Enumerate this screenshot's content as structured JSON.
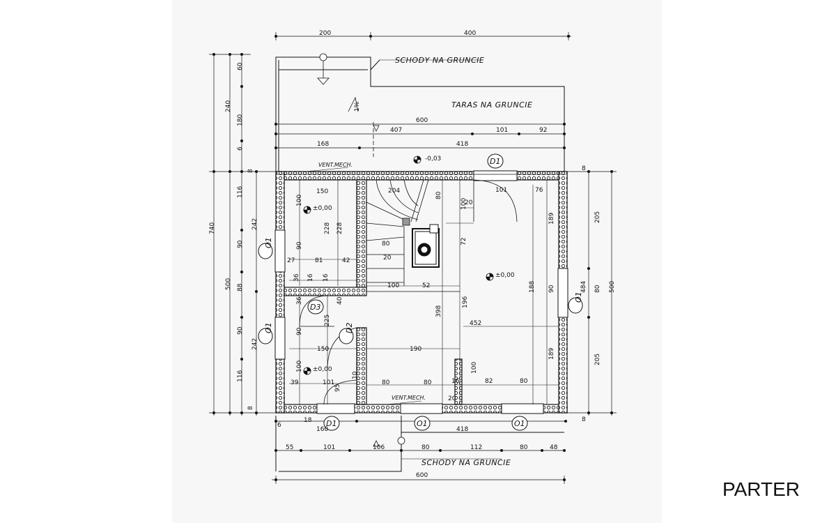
{
  "page_label": "PARTER",
  "labels": {
    "stairs_top": "SCHODY NA GRUNCIE",
    "stairs_bottom": "SCHODY NA GRUNCIE",
    "terrace": "TARAS NA GRUNCIE",
    "vent_top": "VENT.MECH.",
    "vent_bottom": "VENT.MECH.",
    "slope": "1%"
  },
  "levels": {
    "entrance": "-0,03",
    "room_left_top": "±0,00",
    "main_room": "±0,00",
    "room_left_bottom": "±0,00"
  },
  "tags": {
    "d1_top": "D1",
    "d1_bottom": "D1",
    "o1_left_top": "O1",
    "o1_left_bottom": "O1",
    "o1_right": "O1",
    "o1_bottom_1": "O1",
    "o1_bottom_2": "O1",
    "d3": "D3",
    "d2": "D2"
  },
  "dimensions": {
    "top_200": "200",
    "top_400": "400",
    "d600a": "600",
    "d407": "407",
    "d101a": "101",
    "d92": "92",
    "d168": "168",
    "d418a": "418",
    "left_740": "740",
    "left_240": "240",
    "left_500": "500",
    "left_60": "60",
    "left_180": "180",
    "left_6a": "6",
    "left_8a": "8",
    "left_116a": "116",
    "left_242a": "242",
    "left_90a": "90",
    "left_88": "88",
    "left_90b": "90",
    "left_242b": "242",
    "left_116b": "116",
    "left_8b": "8",
    "right_8a": "8",
    "right_205a": "205",
    "right_500": "500",
    "right_80": "80",
    "right_205b": "205",
    "right_8b": "8",
    "r150a": "150",
    "r100a": "100",
    "r228a": "228",
    "r228b": "228",
    "r90a": "90",
    "r27": "27",
    "r81": "81",
    "r42": "42",
    "r36a": "36",
    "r16a": "16",
    "r16b": "16",
    "r36b": "36",
    "r40": "40",
    "r225": "225",
    "r90b": "90",
    "r150b": "150",
    "r100b": "100",
    "r39": "39",
    "r101b": "101",
    "r95": "95",
    "r18": "18",
    "r204": "204",
    "r80a": "80",
    "r20a": "20",
    "r100c": "100",
    "r80b": "80",
    "r20b": "20",
    "r72": "72",
    "r100d": "100",
    "r52": "52",
    "r398": "398",
    "r196": "196",
    "r190": "190",
    "r10": "10",
    "r80c": "80",
    "r80d": "80",
    "r16c": "16",
    "r100e": "100",
    "r82": "82",
    "r80e": "80",
    "r20c": "20",
    "r101c": "101",
    "r76": "76",
    "r189a": "189",
    "r188": "188",
    "r90c": "90",
    "r484": "484",
    "r452": "452",
    "r189b": "189",
    "b160": "160",
    "b418": "418",
    "b6": "6",
    "b55": "55",
    "b101": "101",
    "b106": "106",
    "b80a": "80",
    "b112": "112",
    "b80b": "80",
    "b48": "48",
    "b600": "600"
  },
  "colors": {
    "line": "#111111",
    "sheet": "#f7f7f7",
    "background": "#ffffff"
  }
}
